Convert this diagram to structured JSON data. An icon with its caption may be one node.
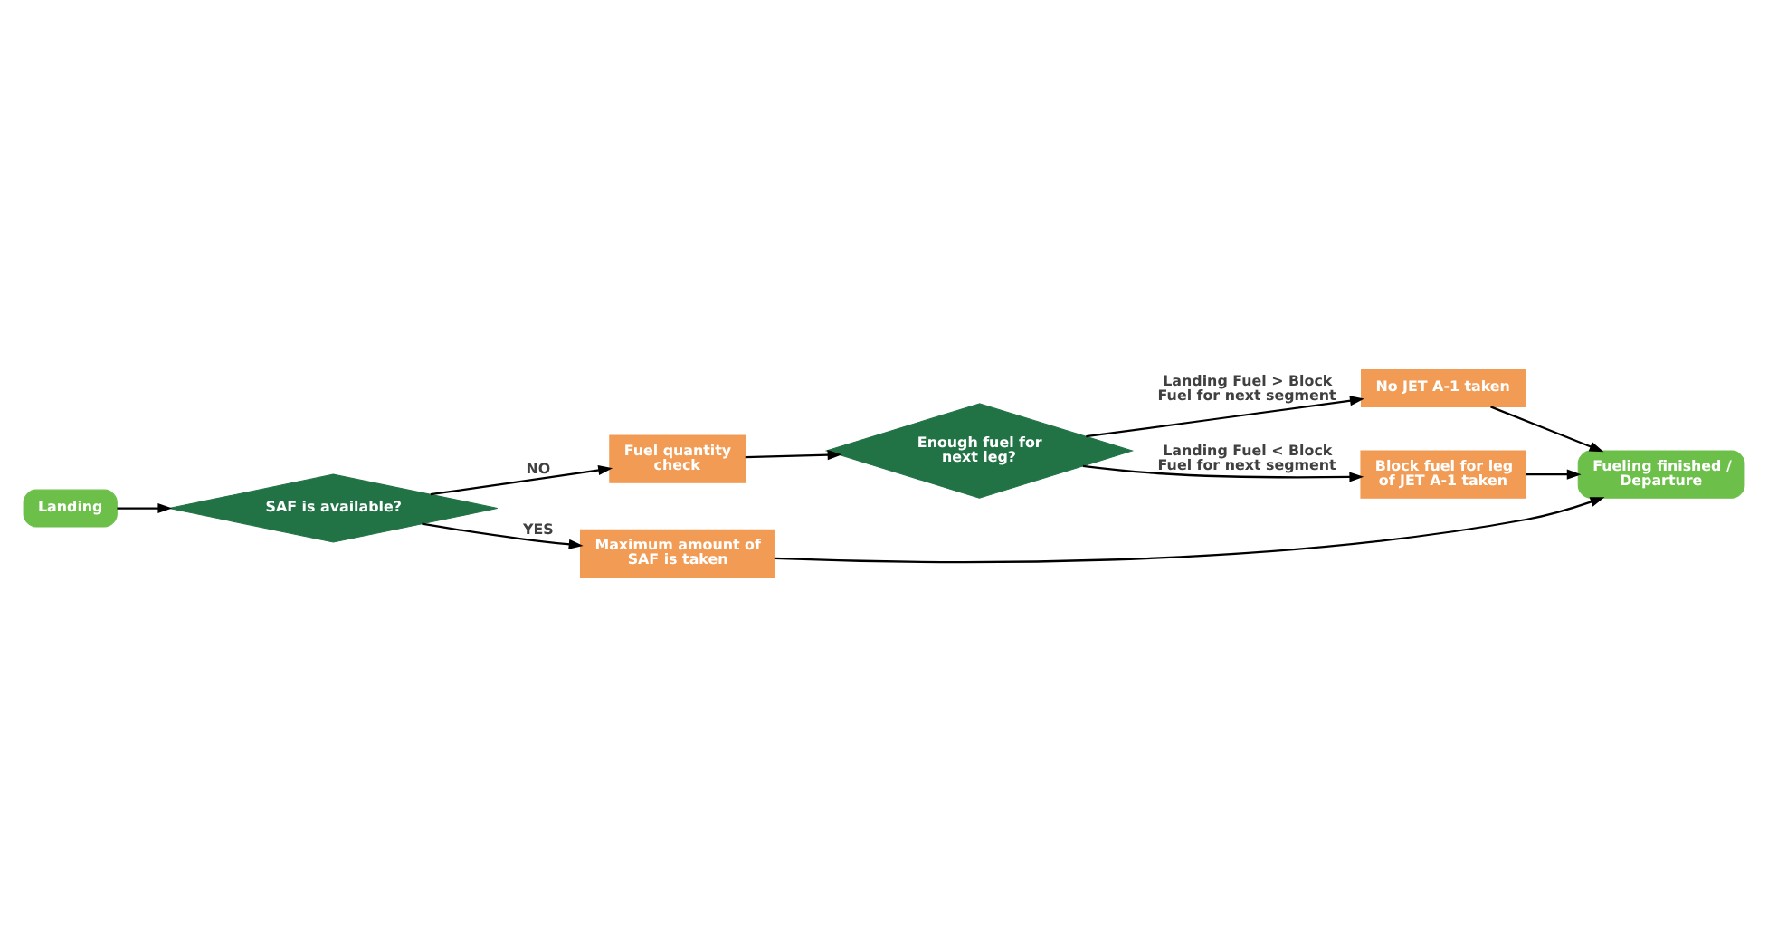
{
  "diagram": {
    "nodes": [
      {
        "text": [
          "Landing"
        ]
      },
      {
        "text": [
          "SAF is available?"
        ]
      },
      {
        "text": [
          "Fuel quantity check"
        ]
      },
      {
        "text": [
          "Enough fuel for next leg?"
        ]
      },
      {
        "text": [
          "No JET A-1 taken"
        ]
      },
      {
        "text": [
          "Fueling finished / Departure"
        ]
      },
      {
        "text": [
          "Block fuel for leg of JET A-1 taken"
        ]
      },
      {
        "text": [
          "Maximum amount of SAF is taken"
        ]
      }
    ],
    "edges": [
      {
        "from": 0,
        "to": 1,
        "arrow": "to"
      },
      {
        "from": 1,
        "to": 2,
        "arrow": "to",
        "label": "NO"
      },
      {
        "from": 1,
        "to": 7,
        "arrow": "to",
        "label": "YES"
      },
      {
        "from": 2,
        "to": 3,
        "arrow": "to"
      },
      {
        "from": 3,
        "to": 4,
        "arrow": "to",
        "label": "Landing Fuel > Block Fuel for next segment"
      },
      {
        "from": 3,
        "to": 6,
        "arrow": "to",
        "label": "Landing Fuel < Block Fuel for next segment"
      },
      {
        "from": 4,
        "to": 5,
        "arrow": "to"
      },
      {
        "from": 6,
        "to": 5,
        "arrow": "to"
      },
      {
        "from": 7,
        "to": 5,
        "arrow": "to"
      }
    ]
  }
}
